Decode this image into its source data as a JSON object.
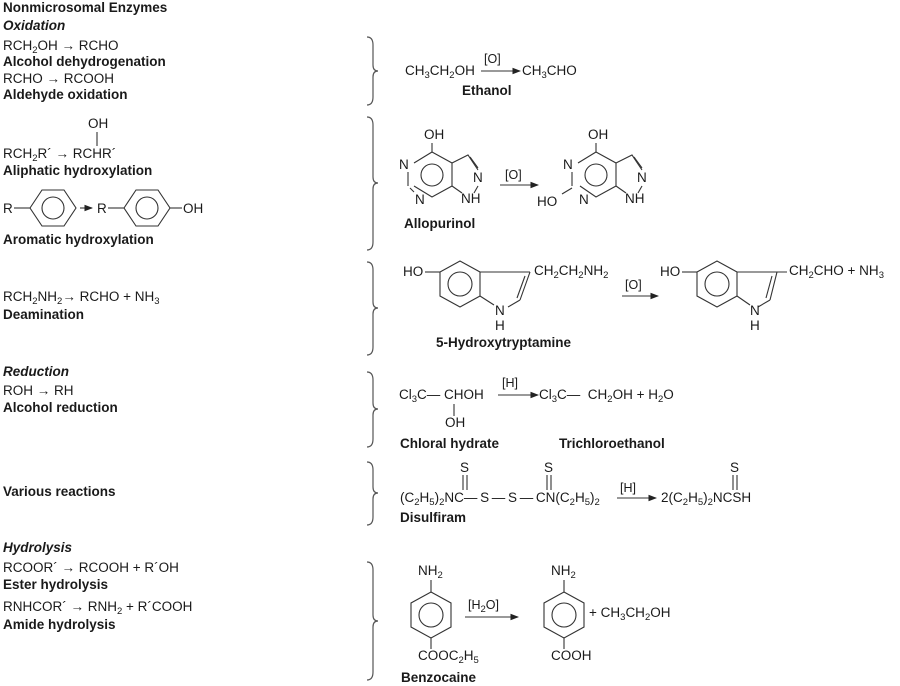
{
  "title": "Nonmicrosomal Enzymes",
  "sections": {
    "oxidation": "Oxidation",
    "reduction": "Reduction",
    "hydrolysis": "Hydrolysis"
  },
  "rows": [
    {
      "id": "alcohol-dehydrogenation",
      "general": [
        "RCH",
        "2",
        "OH → RCHO"
      ],
      "name": "Alcohol dehydrogenation",
      "general2": "RCHO → RCOOH",
      "name2": "Aldehyde oxidation",
      "example": {
        "reactant": "CH3CH2OH",
        "reagent": "[O]",
        "product": "CH3CHO",
        "label": "Ethanol"
      }
    },
    {
      "id": "aliphatic-hydroxylation",
      "general_left": "RCH2R´",
      "general_right": "RCHR´",
      "substituent": "OH",
      "name": "Aliphatic hydroxylation",
      "aromatic": {
        "left_R": "R",
        "right_R": "R",
        "right_OH": "OH"
      },
      "name2": "Aromatic hydroxylation",
      "example": {
        "reactant": "Allopurinol",
        "reagent": "[O]",
        "label": "Allopurinol",
        "atoms": {
          "oh": "OH",
          "n": "N",
          "nh": "NH",
          "ho": "HO"
        }
      }
    },
    {
      "id": "deamination",
      "general": "RCH2NH2 → RCHO + NH3",
      "name": "Deamination",
      "example": {
        "reactant_side": "CH2CH2NH2",
        "product_side": "CH2CHO + NH3",
        "reagent": "[O]",
        "label": "5-Hydroxytryptamine",
        "atoms": {
          "ho": "HO",
          "n": "N",
          "h": "H"
        }
      }
    },
    {
      "id": "alcohol-reduction",
      "general": "ROH → RH",
      "name": "Alcohol reduction",
      "example": {
        "reactant": "Cl3C—CHOH",
        "reactant_oh": "OH",
        "reagent": "[H]",
        "product": "Cl3C— CH2OH + H2O",
        "label": "Chloral hydrate",
        "label2": "Trichloroethanol"
      }
    },
    {
      "id": "various-reactions",
      "name": "Various reactions",
      "example": {
        "reactant": "(C2H5)2NC—S—S—CN(C2H5)2",
        "reagent": "[H]",
        "product": "2(C2H5)2NCSH",
        "sulfur": "S",
        "label": "Disulfiram"
      }
    },
    {
      "id": "ester-hydrolysis",
      "general": "RCOOR´ → RCOOH + R´OH",
      "name": "Ester hydrolysis",
      "general2": "RNHCOR´ → RNH2 + R´COOH",
      "name2": "Amide hydrolysis",
      "example": {
        "reagent": "[H2O]",
        "reactant_top": "NH2",
        "reactant_bottom": "COOC2H5",
        "product_top": "NH2",
        "product_bottom": "COOH",
        "byproduct": "+ CH3CH2OH",
        "label": "Benzocaine"
      }
    }
  ]
}
